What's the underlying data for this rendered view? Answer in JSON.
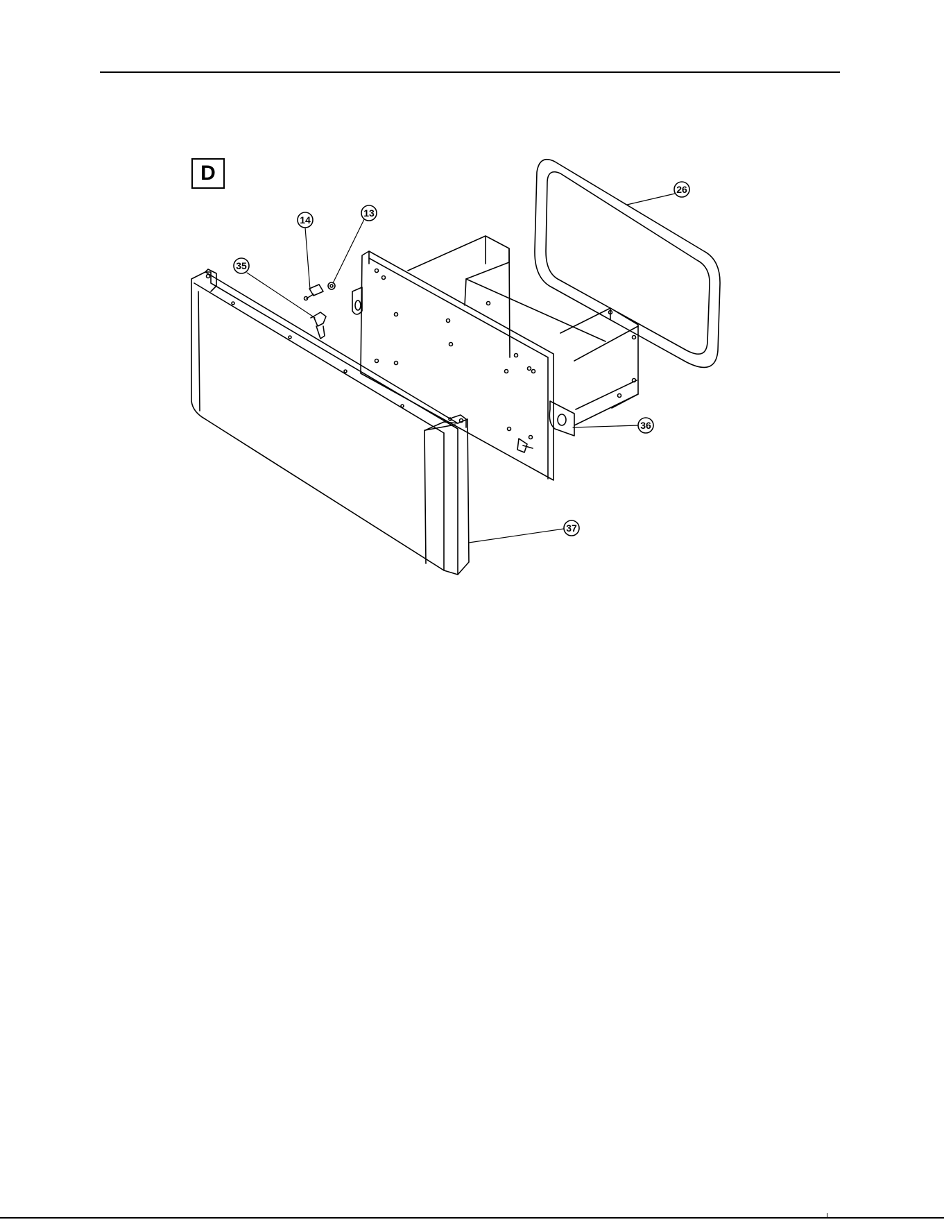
{
  "section_label": "D",
  "callouts": [
    {
      "id": "c14",
      "label": "14"
    },
    {
      "id": "c13",
      "label": "13"
    },
    {
      "id": "c35",
      "label": "35"
    },
    {
      "id": "c26",
      "label": "26"
    },
    {
      "id": "c36",
      "label": "36"
    },
    {
      "id": "c37",
      "label": "37"
    }
  ],
  "parts": [
    "frame",
    "front-panel",
    "box-housing",
    "side-cover",
    "stud",
    "nut",
    "wing-nut"
  ]
}
